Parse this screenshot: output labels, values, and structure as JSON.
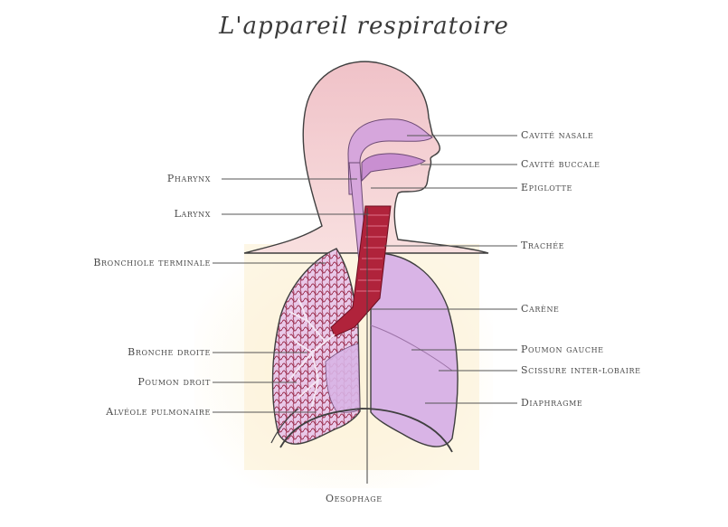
{
  "title": "L'appareil respiratoire",
  "labels": {
    "cavite_nasale": "Cavité nasale",
    "cavite_buccale": "Cavité buccale",
    "epiglotte": "Epiglotte",
    "pharynx": "Pharynx",
    "larynx": "Larynx",
    "trachee": "Trachée",
    "bronchiole_terminale": "Bronchiole terminale",
    "carene": "Carène",
    "bronche_droite": "Bronche droite",
    "poumon_gauche": "Poumon gauche",
    "scissure": "Scissure inter-lobaire",
    "poumon_droit": "Poumon droit",
    "diaphragme": "Diaphragme",
    "alveole": "Alvéole pulmonaire",
    "oesophage": "Oesophage"
  },
  "colors": {
    "head": "#f3c8cc",
    "airway": "#d6a6dc",
    "trachea": "#b0233b",
    "lung": "#d9b4e6",
    "background_glow": "#fbeecf",
    "outline": "#3f3f3f"
  }
}
